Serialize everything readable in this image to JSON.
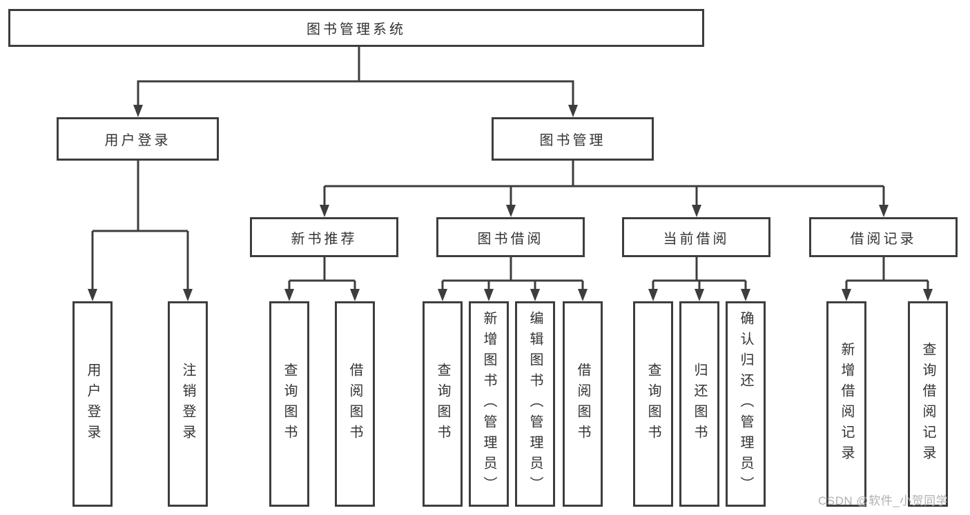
{
  "diagram": {
    "type": "hierarchy-tree",
    "watermark": "CSDN @软件_小贺同学",
    "colors": {
      "line": "#3d3d3d",
      "box_border": "#3d3d3d",
      "box_background": "#ffffff",
      "text": "#333333",
      "watermark": "#b0b0b0",
      "page_background": "#ffffff"
    },
    "nodes": {
      "root": "图书管理系统",
      "user_login": "用户登录",
      "book_mgmt": "图书管理",
      "new_book_rec": "新书推荐",
      "book_borrow": "图书借阅",
      "current_borrow": "当前借阅",
      "borrow_records": "借阅记录",
      "leaf_user_login": "用户登录",
      "leaf_logout": "注销登录",
      "leaf_rec_query": "查询图书",
      "leaf_rec_borrow": "借阅图书",
      "leaf_bb_query": "查询图书",
      "leaf_bb_add": "新增图书（管理员）",
      "leaf_bb_edit": "编辑图书（管理员）",
      "leaf_bb_borrow": "借阅图书",
      "leaf_cb_query": "查询图书",
      "leaf_cb_return": "归还图书",
      "leaf_cb_confirm": "确认归还（管理员）",
      "leaf_br_add": "新增借阅记录",
      "leaf_br_query": "查询借阅记录"
    },
    "structure": {
      "root": "图书管理系统",
      "branches": [
        {
          "label": "用户登录",
          "children": [
            "用户登录",
            "注销登录"
          ]
        },
        {
          "label": "图书管理",
          "groups": [
            {
              "label": "新书推荐",
              "children": [
                "查询图书",
                "借阅图书"
              ]
            },
            {
              "label": "图书借阅",
              "children": [
                "查询图书",
                "新增图书（管理员）",
                "编辑图书（管理员）",
                "借阅图书"
              ]
            },
            {
              "label": "当前借阅",
              "children": [
                "查询图书",
                "归还图书",
                "确认归还（管理员）"
              ]
            },
            {
              "label": "借阅记录",
              "children": [
                "新增借阅记录",
                "查询借阅记录"
              ]
            }
          ]
        }
      ]
    }
  }
}
